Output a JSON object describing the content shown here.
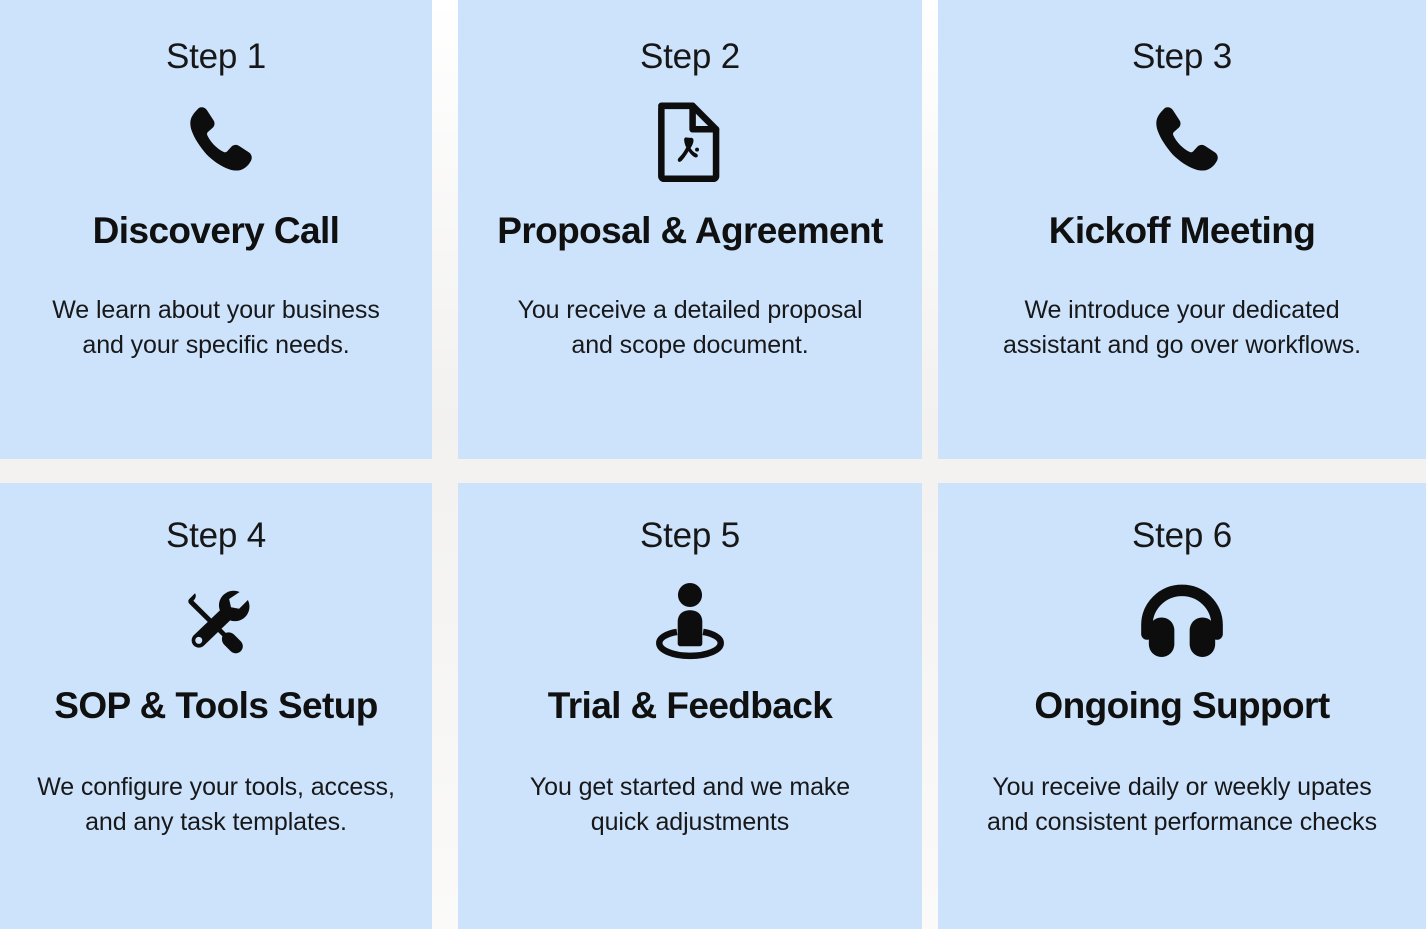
{
  "theme": {
    "card_bg": "#cce3fb",
    "page_bg": "#f7f6f4",
    "text_color": "#101010",
    "icon_color": "#0d0d0d"
  },
  "cards": [
    {
      "step": "Step 1",
      "icon": "phone-icon",
      "title": "Discovery Call",
      "desc": "We learn about your business\nand your specific needs."
    },
    {
      "step": "Step 2",
      "icon": "pdf-document-icon",
      "title": "Proposal & Agreement",
      "desc": "You receive a detailed proposal\nand scope document."
    },
    {
      "step": "Step 3",
      "icon": "phone-icon",
      "title": "Kickoff Meeting",
      "desc": "We introduce your dedicated\nassistant and go over workflows."
    },
    {
      "step": "Step 4",
      "icon": "tools-icon",
      "title": "SOP & Tools Setup",
      "desc": "We configure your tools, access,\nand any task templates."
    },
    {
      "step": "Step 5",
      "icon": "person-in-circle-icon",
      "title": "Trial & Feedback",
      "desc": "You get started and we make\nquick adjustments"
    },
    {
      "step": "Step 6",
      "icon": "headphones-icon",
      "title": "Ongoing Support",
      "desc": "You receive daily or weekly upates\nand consistent performance checks"
    }
  ]
}
